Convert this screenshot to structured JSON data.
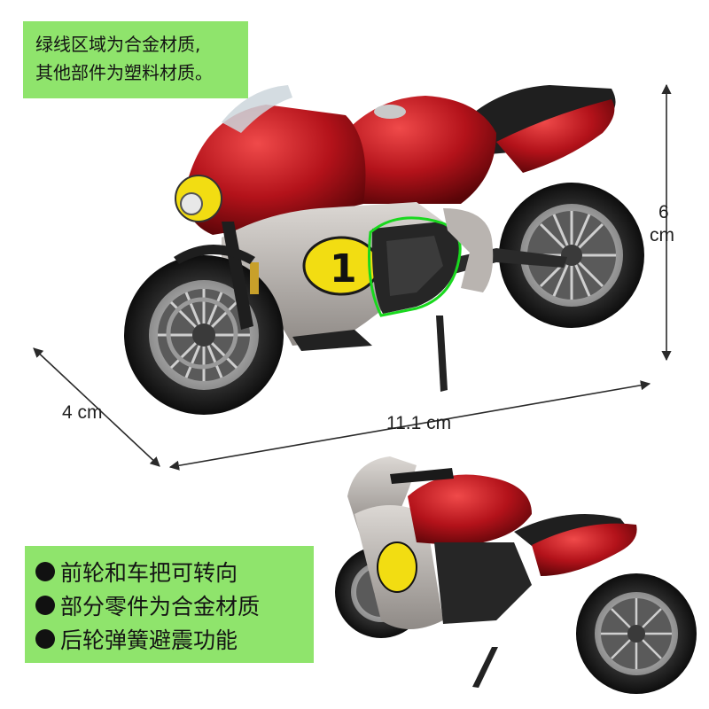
{
  "top_note": {
    "line1": "绿线区域为合金材质,",
    "line2": "其他部件为塑料材质。"
  },
  "features": [
    "前轮和车把可转向",
    "部分零件为合金材质",
    "后轮弹簧避震功能"
  ],
  "dimensions": {
    "height_value": "6",
    "height_unit": "cm",
    "width": "4 cm",
    "length": "11.1 cm"
  },
  "colors": {
    "note_background": "#8fe46c",
    "body_red": "#b3121a",
    "fairing_silver": "#b9b4b0",
    "number_yellow": "#f2dd12",
    "alloy_outline": "#19d81e"
  },
  "decals": {
    "race_number": "1"
  }
}
